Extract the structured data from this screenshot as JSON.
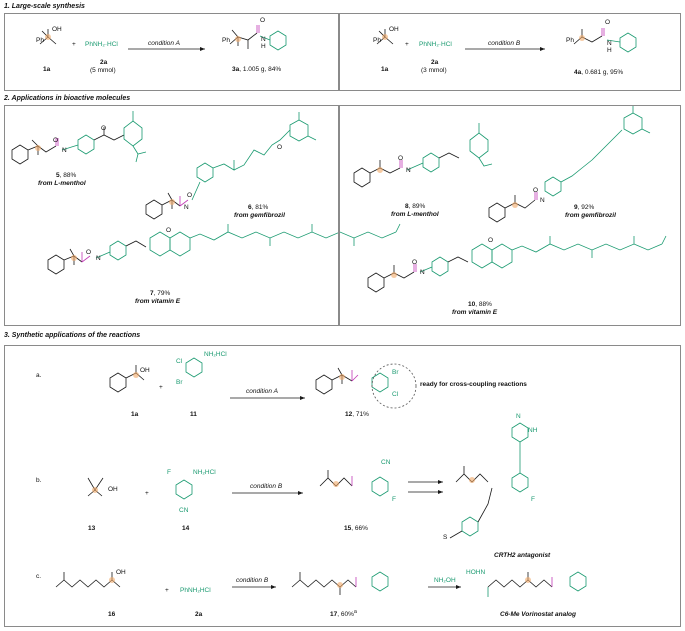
{
  "section1": {
    "title": "1. Large-scale synthesis",
    "left": {
      "reactant_label": "1a",
      "plus": "+",
      "amine_formula": "PhNH₂·HCl",
      "amine_label": "2a",
      "amine_amount": "(5 mmol)",
      "condition": "condition A",
      "product_label": "3a",
      "product_yield": ", 1.005 g, 84%",
      "oh": "OH",
      "ph": "Ph",
      "o": "O",
      "nh": "N",
      "h": "H"
    },
    "right": {
      "reactant_label": "1a",
      "plus": "+",
      "amine_formula": "PhNH₂·HCl",
      "amine_label": "2a",
      "amine_amount": "(3 mmol)",
      "condition": "condition B",
      "product_label": "4a",
      "product_yield": ", 0.681 g, 95%",
      "oh": "OH",
      "ph": "Ph",
      "o": "O",
      "nh": "N",
      "h": "H"
    }
  },
  "section2": {
    "title": "2. Applications in bioactive molecules",
    "compounds": [
      {
        "num": "5",
        "yield": ", 88%",
        "source": "from L-menthol"
      },
      {
        "num": "6",
        "yield": ", 81%",
        "source": "from gemfibrozil"
      },
      {
        "num": "7",
        "yield": ", 79%",
        "source": "from vitamin E"
      },
      {
        "num": "8",
        "yield": ", 89%",
        "source": "from L-menthol"
      },
      {
        "num": "9",
        "yield": ", 92%",
        "source": "from gemfibrozil"
      },
      {
        "num": "10",
        "yield": ", 88%",
        "source": "from vitamin E"
      }
    ],
    "atom_o": "O",
    "atom_n": "N",
    "atom_h": "H"
  },
  "section3": {
    "title": "3. Synthetic applications of the reactions",
    "a": {
      "tag": "a.",
      "reactant_label": "1a",
      "plus": "+",
      "cl": "Cl",
      "br": "Br",
      "nh2hcl": "NH₂HCl",
      "amine_label": "11",
      "condition": "condition A",
      "product_label": "12",
      "product_yield": ", 71%",
      "note": "ready for cross-coupling reactions",
      "oh": "OH"
    },
    "b": {
      "tag": "b.",
      "reactant_label": "13",
      "plus": "+",
      "oh": "OH",
      "f": "F",
      "cn": "CN",
      "nh2hcl": "NH₂HCl",
      "amine_label": "14",
      "condition": "condition B",
      "product_label": "15",
      "product_yield": ", 66%",
      "target": "CRTH2 antagonist",
      "tetrazole_n": "N",
      "tetrazole_nh": "NH",
      "s": "S"
    },
    "c": {
      "tag": "c.",
      "reactant_label": "16",
      "plus": "+",
      "oh": "OH",
      "amine_formula": "PhNH₂HCl",
      "amine_label": "2a",
      "condition": "condition B",
      "product_label": "17",
      "product_yield": ", 60%",
      "product_sup": "a",
      "reagent": "NH₂OH",
      "hohn": "HOHN",
      "target": "C6-Me Vorinostat analog"
    }
  }
}
